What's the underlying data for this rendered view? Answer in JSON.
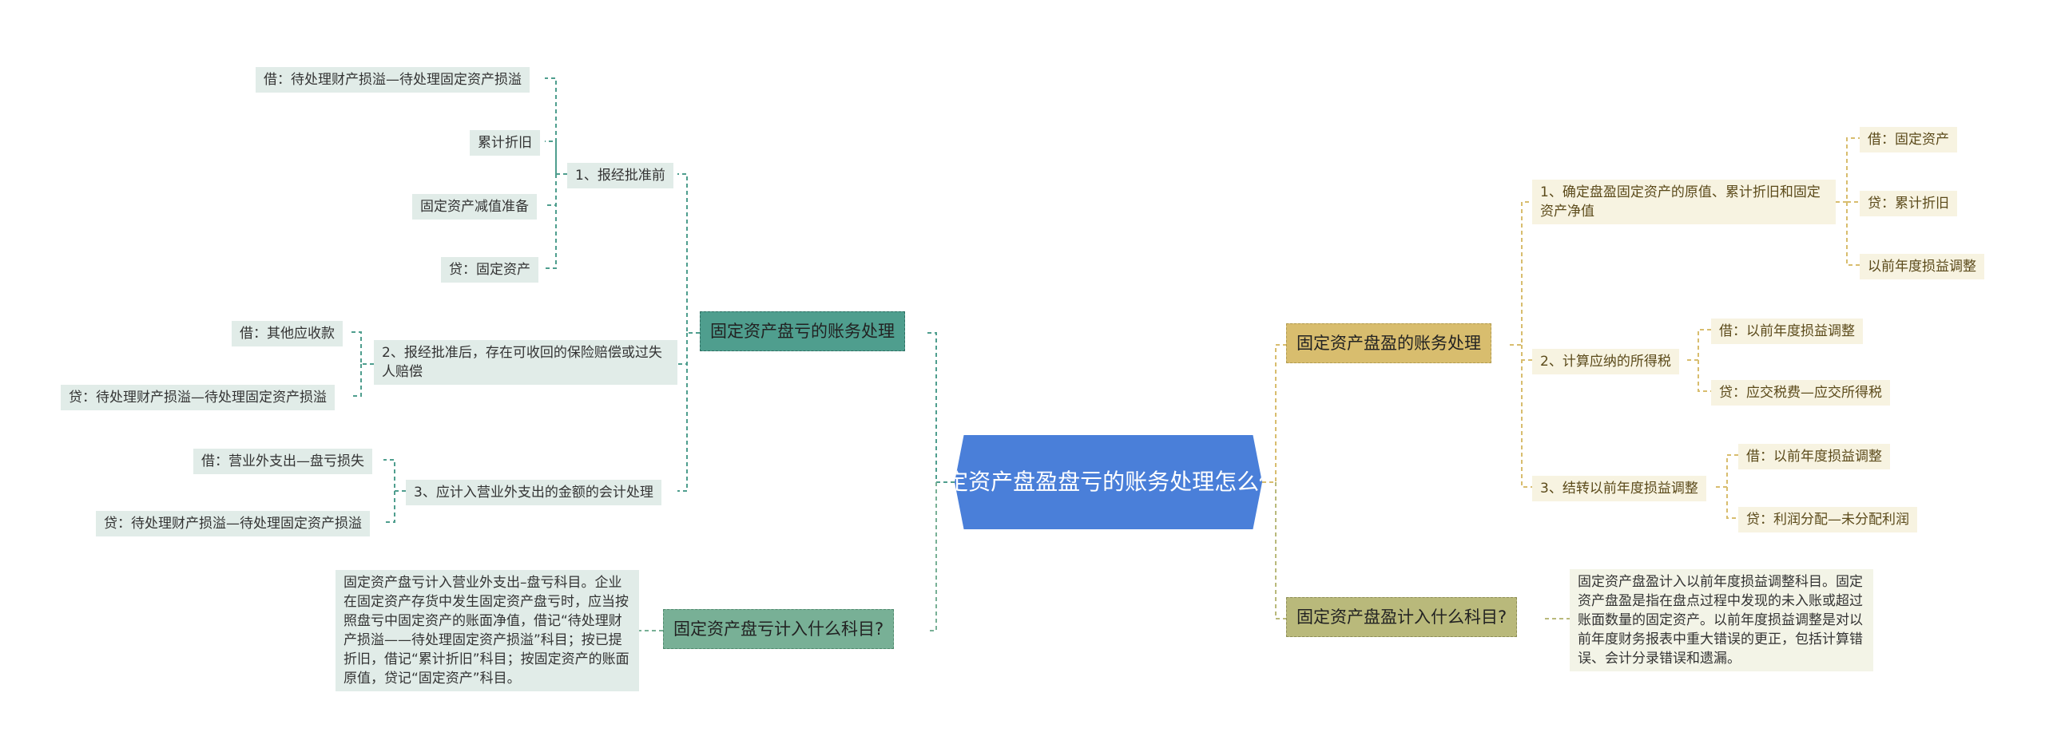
{
  "center": {
    "title": "固定资产盘盈盘亏的账务处理怎么做?"
  },
  "left": {
    "branch1": {
      "title": "固定资产盘亏的账务处理",
      "sub1": {
        "title": "1、报经批准前",
        "items": [
          "借：待处理财产损溢—待处理固定资产损溢",
          "累计折旧",
          "固定资产减值准备",
          "贷：固定资产"
        ]
      },
      "sub2": {
        "title": "2、报经批准后，存在可收回的保险赔偿或过失人赔偿",
        "items": [
          "借：其他应收款",
          "贷：待处理财产损溢—待处理固定资产损溢"
        ]
      },
      "sub3": {
        "title": "3、应计入营业外支出的金额的会计处理",
        "items": [
          "借：营业外支出—盘亏损失",
          "贷：待处理财产损溢—待处理固定资产损溢"
        ]
      }
    },
    "branch2": {
      "title": "固定资产盘亏计入什么科目?",
      "note": "固定资产盘亏计入营业外支出–盘亏科目。企业在固定资产存货中发生固定资产盘亏时，应当按照盘亏中固定资产的账面净值，借记“待处理财产损溢——待处理固定资产损溢”科目；按已提折旧，借记“累计折旧”科目；按固定资产的账面原值，贷记“固定资产”科目。"
    }
  },
  "right": {
    "branch1": {
      "title": "固定资产盘盈的账务处理",
      "sub1": {
        "title": "1、确定盘盈固定资产的原值、累计折旧和固定资产净值",
        "items": [
          "借：固定资产",
          "贷：累计折旧",
          "以前年度损益调整"
        ]
      },
      "sub2": {
        "title": "2、计算应纳的所得税",
        "items": [
          "借：以前年度损益调整",
          "贷：应交税费—应交所得税"
        ]
      },
      "sub3": {
        "title": "3、结转以前年度损益调整",
        "items": [
          "借：以前年度损益调整",
          "贷：利润分配—未分配利润"
        ]
      }
    },
    "branch2": {
      "title": "固定资产盘盈计入什么科目?",
      "note": "固定资产盘盈计入以前年度损益调整科目。固定资产盘盈是指在盘点过程中发现的未入账或超过账面数量的固定资产。以前年度损益调整是对以前年度财务报表中重大错误的更正，包括计算错误、会计分录错误和遗漏。"
    }
  },
  "colors": {
    "center": "#4a7fd9",
    "left_branch": "#4f9e8e",
    "left_branch2": "#78b096",
    "right_branch": "#d8bd6e",
    "right_branch2": "#b9b97b",
    "left_leaf": "#e1ece8",
    "right_leaf": "#f7f3e1"
  }
}
